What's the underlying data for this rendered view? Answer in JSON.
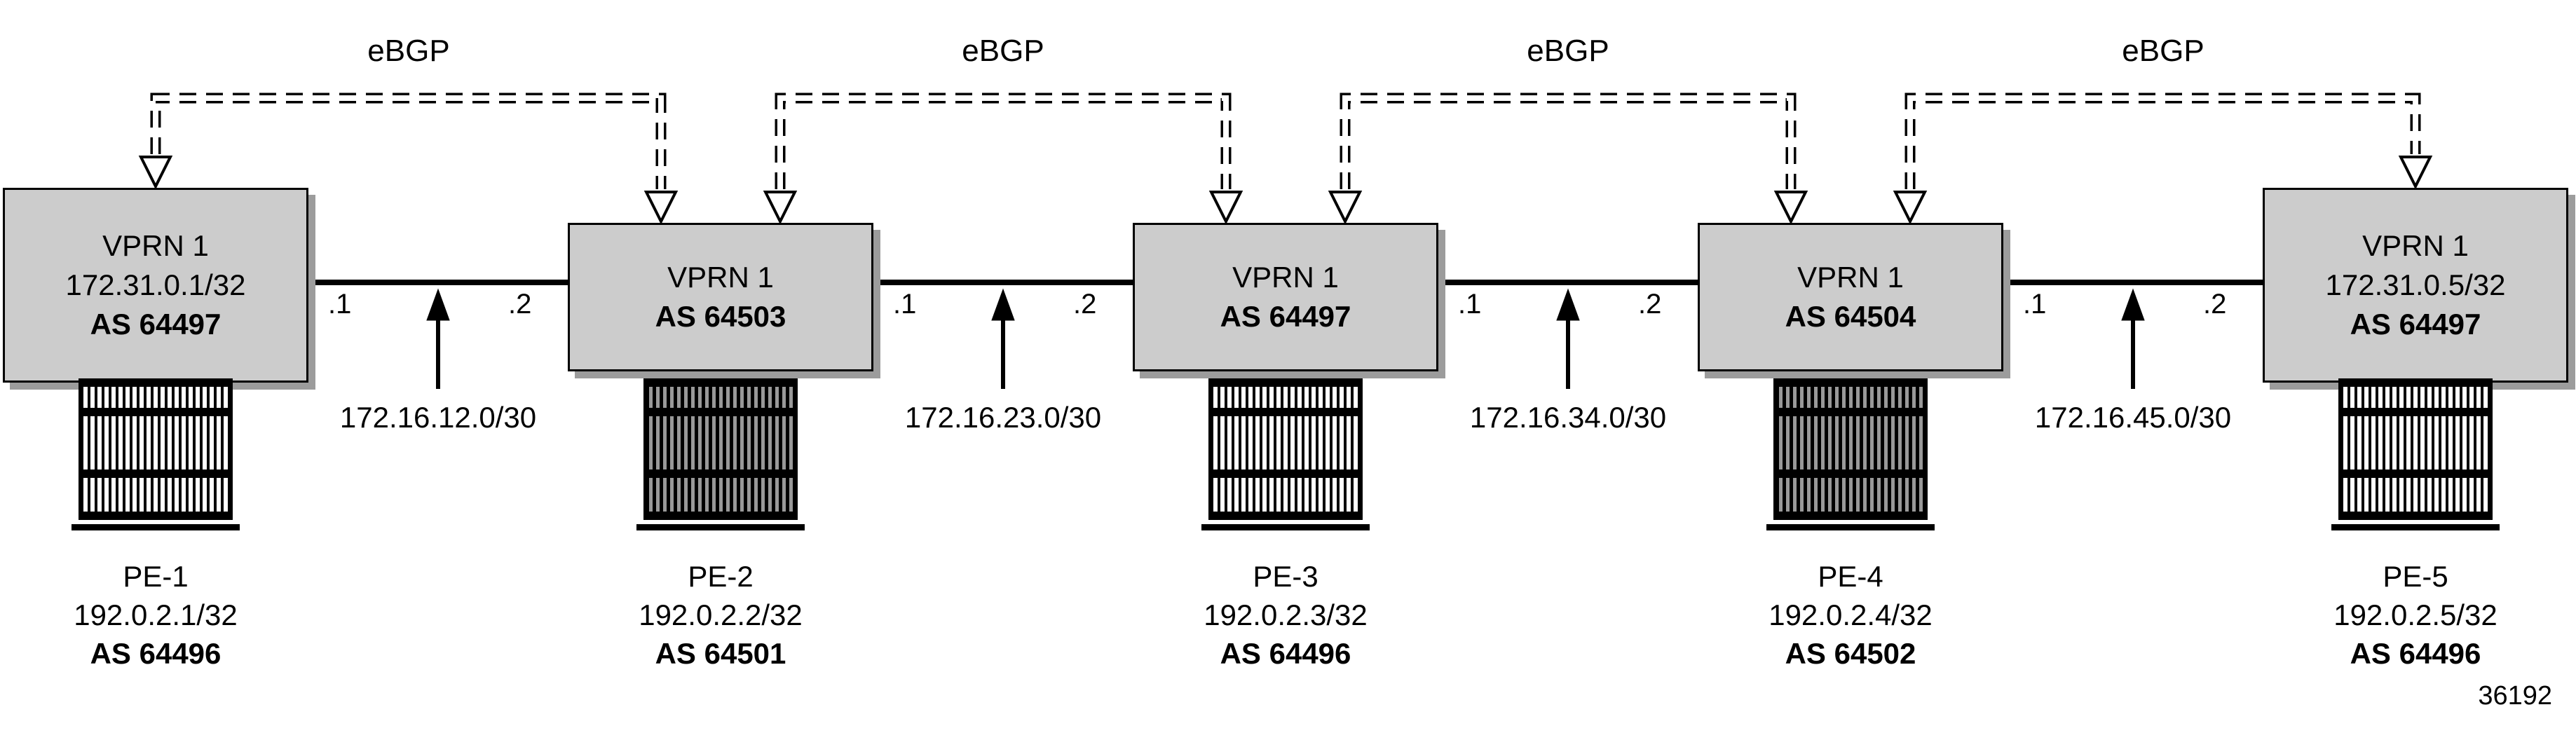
{
  "figure_number": "36192",
  "colors": {
    "box_fill": "#cccccc",
    "line": "#000000",
    "shadow": "#9c9c9c"
  },
  "nodes": [
    {
      "id": "pe1",
      "vprn": [
        "VPRN 1",
        "172.31.0.1/32",
        "AS 64497"
      ],
      "name": "PE-1",
      "loopback": "192.0.2.1/32",
      "as": "AS 64496",
      "icon": "router-light"
    },
    {
      "id": "pe2",
      "vprn": [
        "VPRN 1",
        "AS 64503"
      ],
      "name": "PE-2",
      "loopback": "192.0.2.2/32",
      "as": "AS 64501",
      "icon": "router-dark"
    },
    {
      "id": "pe3",
      "vprn": [
        "VPRN 1",
        "AS 64497"
      ],
      "name": "PE-3",
      "loopback": "192.0.2.3/32",
      "as": "AS 64496",
      "icon": "router-light"
    },
    {
      "id": "pe4",
      "vprn": [
        "VPRN 1",
        "AS 64504"
      ],
      "name": "PE-4",
      "loopback": "192.0.2.4/32",
      "as": "AS 64502",
      "icon": "router-dark"
    },
    {
      "id": "pe5",
      "vprn": [
        "VPRN 1",
        "172.31.0.5/32",
        "AS 64497"
      ],
      "name": "PE-5",
      "loopback": "192.0.2.5/32",
      "as": "AS 64496",
      "icon": "router-light"
    }
  ],
  "links": [
    {
      "left_label": ".1",
      "right_label": ".2",
      "subnet": "172.16.12.0/30"
    },
    {
      "left_label": ".1",
      "right_label": ".2",
      "subnet": "172.16.23.0/30"
    },
    {
      "left_label": ".1",
      "right_label": ".2",
      "subnet": "172.16.34.0/30"
    },
    {
      "left_label": ".1",
      "right_label": ".2",
      "subnet": "172.16.45.0/30"
    }
  ],
  "ebgp_arcs": [
    {
      "label": "eBGP"
    },
    {
      "label": "eBGP"
    },
    {
      "label": "eBGP"
    },
    {
      "label": "eBGP"
    }
  ]
}
